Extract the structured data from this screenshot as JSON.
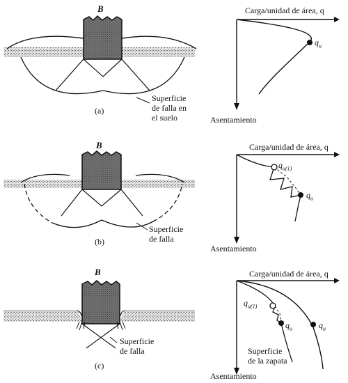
{
  "width_label": "B",
  "panels": [
    {
      "caption": "(a)",
      "failure_surface_label": [
        "Superficie",
        "de falla en",
        "el suelo"
      ],
      "axis_load_label": "Carga/unidad de área, q",
      "axis_settlement_label": "Asentamiento",
      "points": [
        {
          "symbol": "q",
          "sub": "u"
        }
      ]
    },
    {
      "caption": "(b)",
      "failure_surface_label": [
        "Superficie",
        "de falla"
      ],
      "axis_load_label": "Carga/unidad de área, q",
      "axis_settlement_label": "Asentamiento",
      "points": [
        {
          "symbol": "q",
          "sub": "u(1)"
        },
        {
          "symbol": "q",
          "sub": "u"
        }
      ]
    },
    {
      "caption": "(c)",
      "failure_surface_label": [
        "Superficie",
        "de falla"
      ],
      "axis_load_label": "Carga/unidad de área, q",
      "axis_settlement_label": "Asentamiento",
      "footing_surface_label": [
        "Superficie",
        "de la zapata"
      ],
      "points": [
        {
          "symbol": "q",
          "sub": "u(1)"
        },
        {
          "symbol": "q",
          "sub": "u"
        },
        {
          "symbol": "q",
          "sub": "u"
        }
      ]
    }
  ]
}
